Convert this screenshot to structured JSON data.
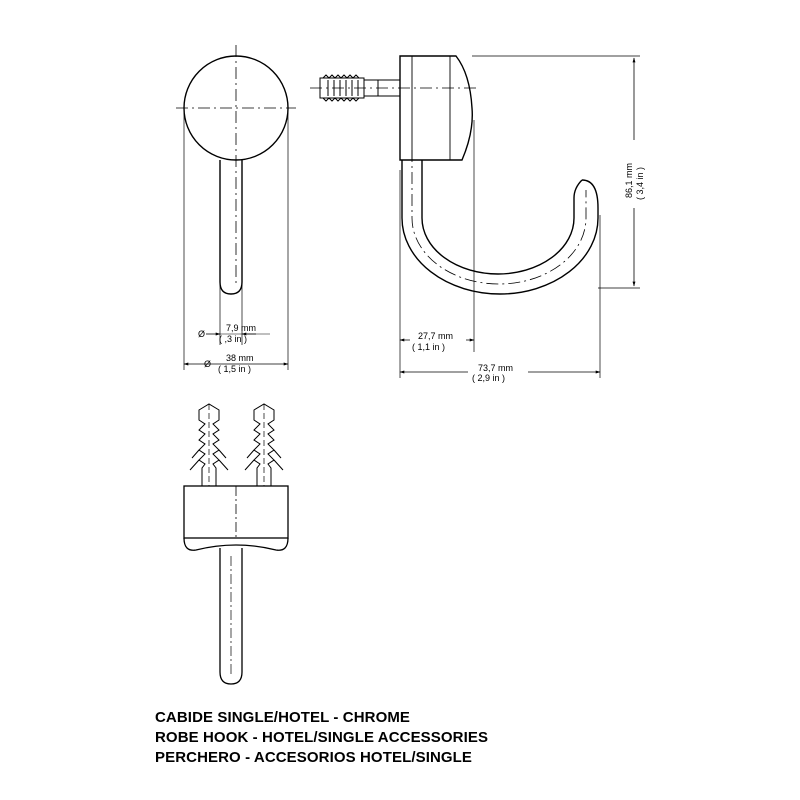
{
  "dimensions": {
    "rod_diameter": {
      "metric": "7,9 mm",
      "imperial": "( ,3 in )"
    },
    "base_diameter": {
      "metric": "38 mm",
      "imperial": "( 1,5 in )"
    },
    "hook_width": {
      "metric": "27,7 mm",
      "imperial": "( 1,1 in )"
    },
    "total_depth": {
      "metric": "73,7 mm",
      "imperial": "( 2,9 in )"
    },
    "total_height": {
      "metric": "86,1 mm",
      "imperial": "( 3,4 in )"
    }
  },
  "diameter_symbol": "Ø",
  "title": {
    "line_pt": "CABIDE SINGLE/HOTEL - CHROME",
    "line_en": "ROBE HOOK - HOTEL/SINGLE ACCESSORIES",
    "line_es": "PERCHERO - ACCESORIOS HOTEL/SINGLE"
  }
}
